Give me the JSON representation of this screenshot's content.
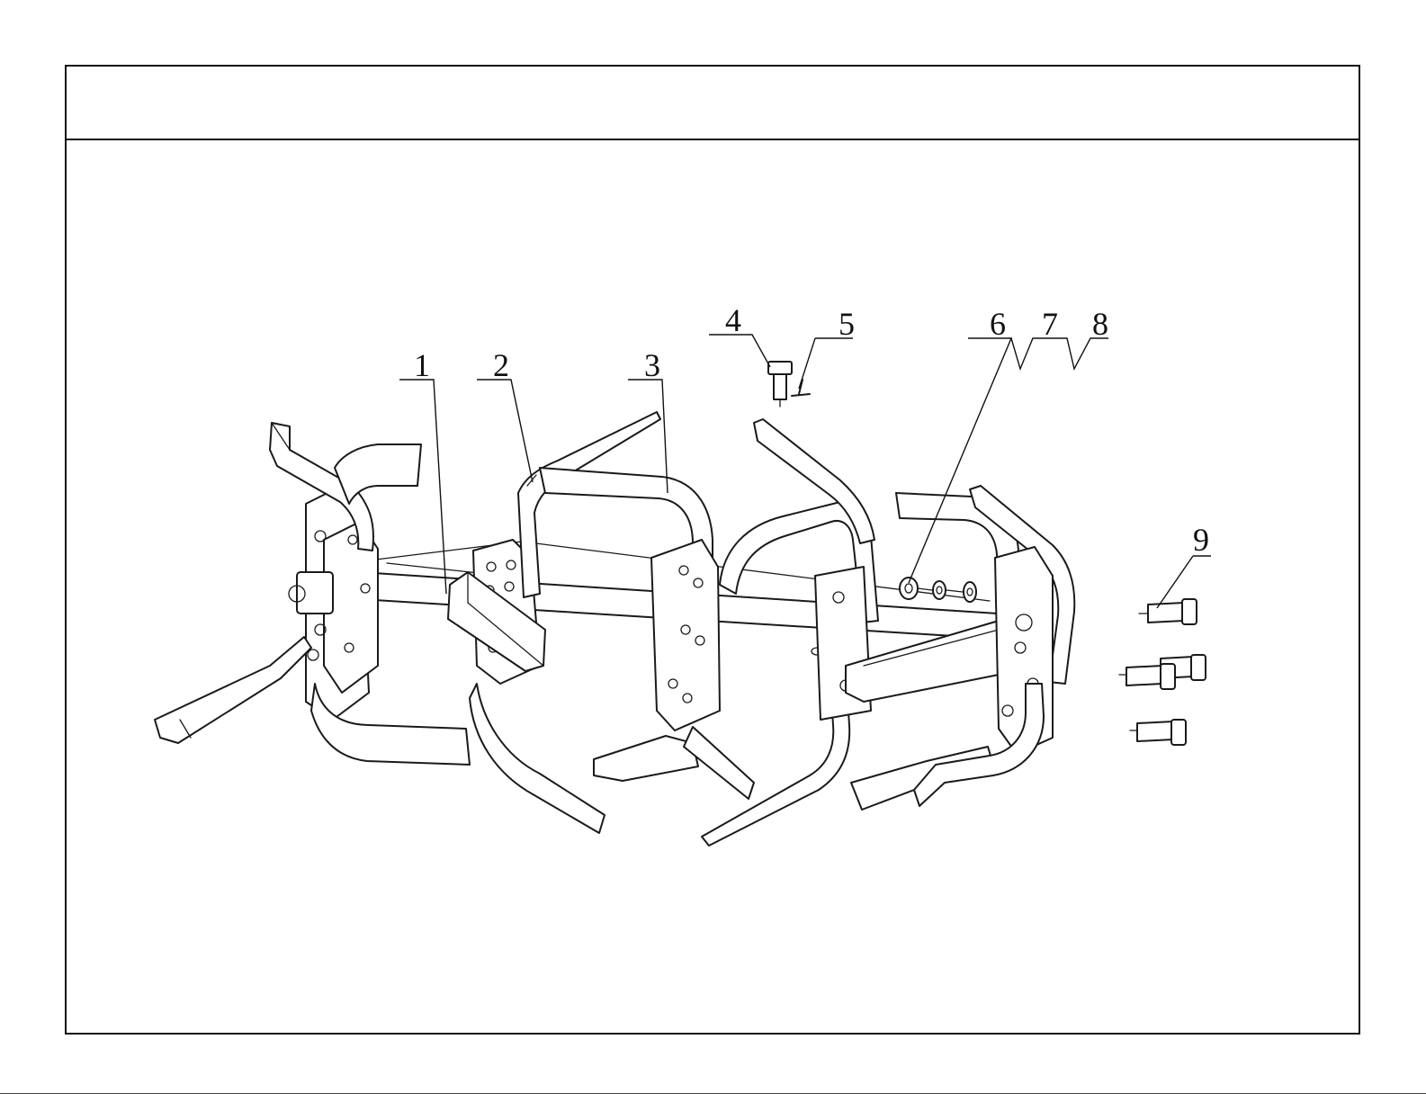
{
  "callouts": [
    {
      "id": "part-1",
      "label": "1"
    },
    {
      "id": "part-2",
      "label": "2"
    },
    {
      "id": "part-3",
      "label": "3"
    },
    {
      "id": "part-4",
      "label": "4"
    },
    {
      "id": "part-5",
      "label": "5"
    },
    {
      "id": "part-6",
      "label": "6"
    },
    {
      "id": "part-7",
      "label": "7"
    },
    {
      "id": "part-8",
      "label": "8"
    },
    {
      "id": "part-9",
      "label": "9"
    }
  ],
  "colors": {
    "ink": "#1a1a1a",
    "paper": "#ffffff"
  }
}
